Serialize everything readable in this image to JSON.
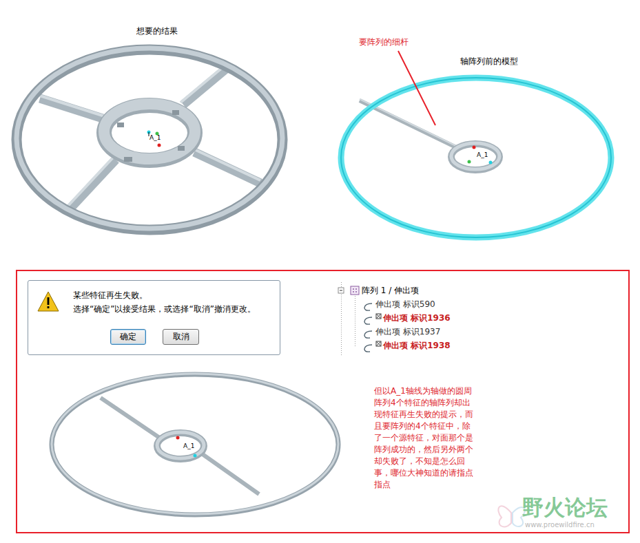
{
  "diagram": {
    "nodes": [
      {
        "text": [
          "但以A_1轴线为轴做的圆周阵列4个特征的轴阵列却出现特征再生失败的提示，而且要阵列的4个特征中，除了一个源特征，对面那个是阵列成功的，然后另外两个却失败了，不知是怎么回事，哪位大神知道的请指点指点"
        ]
      },
      {
        "text": [
          "某些特征再生失败。",
          "选择“确定”以接受结果，或选择“取消”撤消更改。"
        ],
        "in": 0
      },
      {
        "text": [
          "确定"
        ],
        "in": 1
      },
      {
        "text": [
          "取消"
        ],
        "in": 1
      }
    ],
    "labels": [
      "想要的结果",
      "A_1",
      "要阵列的细杆",
      "轴阵列前的模型",
      "A_1",
      "阵列 1 / 伸出项",
      "伸出项 标识590",
      "伸出项 标识1936",
      "伸出项 标识1937",
      "伸出项 标识1938",
      "A_1",
      "野火论坛",
      "www.proewildfire.cn"
    ]
  }
}
